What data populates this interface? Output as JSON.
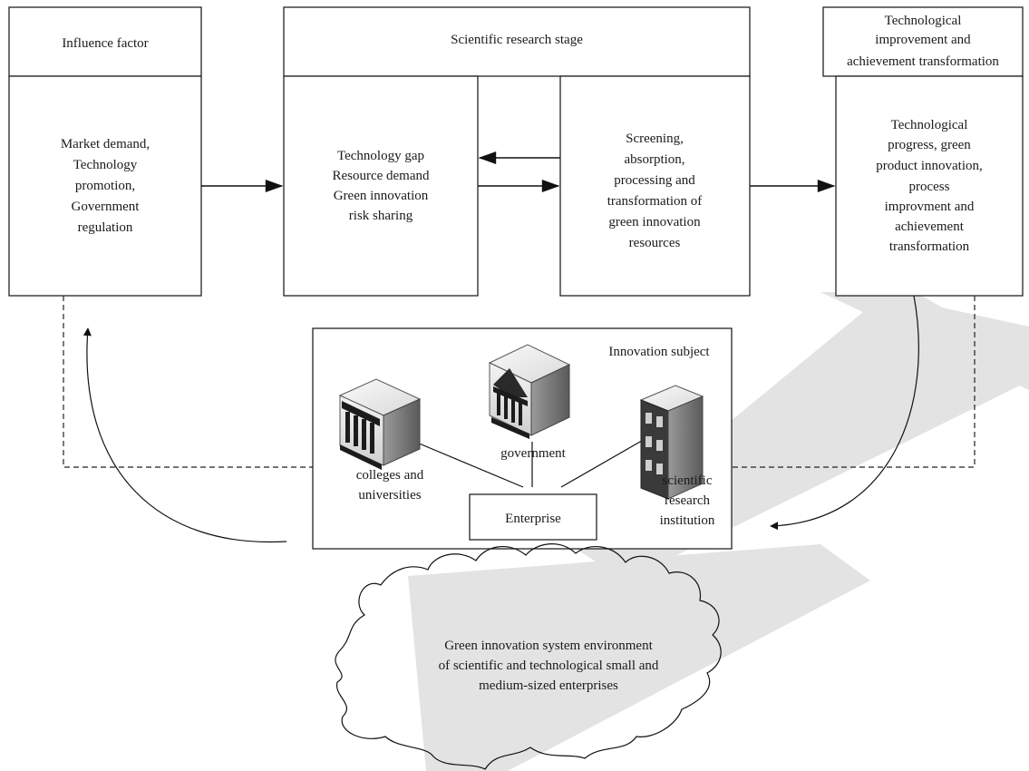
{
  "headers": {
    "influence": "Influence factor",
    "research": "Scientific research stage",
    "tech_line1": "Technological",
    "tech_line2": "improvement and",
    "tech_line3": "achievement transformation"
  },
  "boxes": {
    "influence": [
      "Market demand,",
      "Technology",
      "promotion,",
      "Government",
      "regulation"
    ],
    "gap": [
      "Technology gap",
      "Resource demand",
      "Green innovation",
      "risk sharing"
    ],
    "screening": [
      "Screening,",
      "absorption,",
      "processing and",
      "transformation of",
      "green innovation",
      "resources"
    ],
    "progress": [
      "Technological",
      "progress, green",
      "product innovation,",
      "process",
      "improvment and",
      "achievement",
      "transformation"
    ]
  },
  "subject": {
    "title": "Innovation subject",
    "colleges": [
      "colleges and",
      "universities"
    ],
    "government": "government",
    "institution": [
      "scientific",
      "research",
      "institution"
    ],
    "enterprise": "Enterprise"
  },
  "environment": [
    "Green innovation system environment",
    "of scientific and technological small and",
    "medium-sized enterprises"
  ],
  "icons": [
    "university-building-icon",
    "government-building-icon",
    "research-institute-building-icon"
  ],
  "colors": {
    "line": "#111111",
    "fill": "#ffffff",
    "watermark": "#e3e3e3"
  }
}
